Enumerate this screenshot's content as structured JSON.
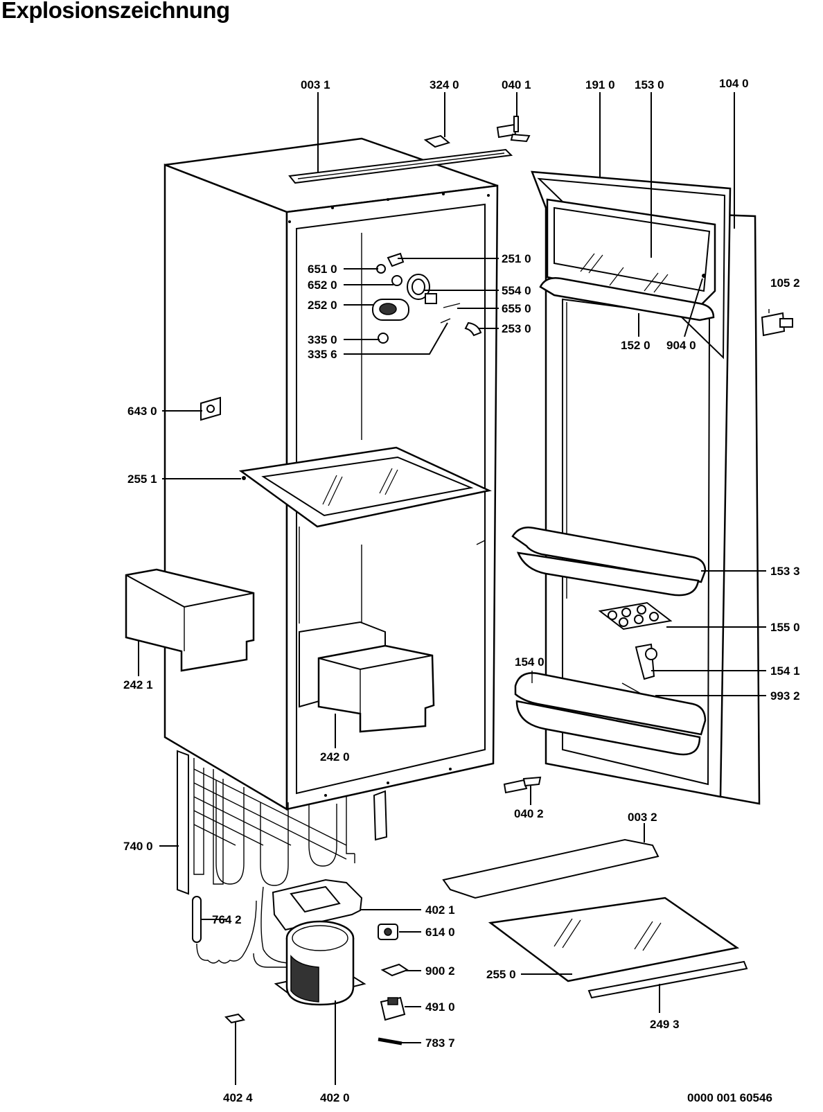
{
  "title": "Explosionszeichnung",
  "drawing_number": "0000 001 60546",
  "callouts": [
    {
      "id": "c0031",
      "label": "003 1"
    },
    {
      "id": "c3240",
      "label": "324 0"
    },
    {
      "id": "c0401",
      "label": "040 1"
    },
    {
      "id": "c1910",
      "label": "191 0"
    },
    {
      "id": "c1530",
      "label": "153 0"
    },
    {
      "id": "c1040",
      "label": "104 0"
    },
    {
      "id": "c2510",
      "label": "251 0"
    },
    {
      "id": "c6510",
      "label": "651 0"
    },
    {
      "id": "c6520",
      "label": "652 0"
    },
    {
      "id": "c5540",
      "label": "554 0"
    },
    {
      "id": "c1052",
      "label": "105 2"
    },
    {
      "id": "c2520",
      "label": "252 0"
    },
    {
      "id": "c6550",
      "label": "655 0"
    },
    {
      "id": "c2530",
      "label": "253 0"
    },
    {
      "id": "c1520",
      "label": "152 0"
    },
    {
      "id": "c9040",
      "label": "904 0"
    },
    {
      "id": "c3350",
      "label": "335 0"
    },
    {
      "id": "c3356",
      "label": "335 6"
    },
    {
      "id": "c6430",
      "label": "643 0"
    },
    {
      "id": "c2551",
      "label": "255 1"
    },
    {
      "id": "c1533",
      "label": "153 3"
    },
    {
      "id": "c1550",
      "label": "155 0"
    },
    {
      "id": "c2421",
      "label": "242 1"
    },
    {
      "id": "c1540",
      "label": "154 0"
    },
    {
      "id": "c1541",
      "label": "154 1"
    },
    {
      "id": "c9932",
      "label": "993 2"
    },
    {
      "id": "c2420",
      "label": "242 0"
    },
    {
      "id": "c0402",
      "label": "040 2"
    },
    {
      "id": "c0032",
      "label": "003 2"
    },
    {
      "id": "c7400",
      "label": "740 0"
    },
    {
      "id": "c4021",
      "label": "402 1"
    },
    {
      "id": "c7642",
      "label": "764 2"
    },
    {
      "id": "c6140",
      "label": "614 0"
    },
    {
      "id": "c9002",
      "label": "900 2"
    },
    {
      "id": "c2550",
      "label": "255 0"
    },
    {
      "id": "c4910",
      "label": "491 0"
    },
    {
      "id": "c2493",
      "label": "249 3"
    },
    {
      "id": "c7837",
      "label": "783 7"
    },
    {
      "id": "c4024",
      "label": "402 4"
    },
    {
      "id": "c4020",
      "label": "402 0"
    }
  ]
}
